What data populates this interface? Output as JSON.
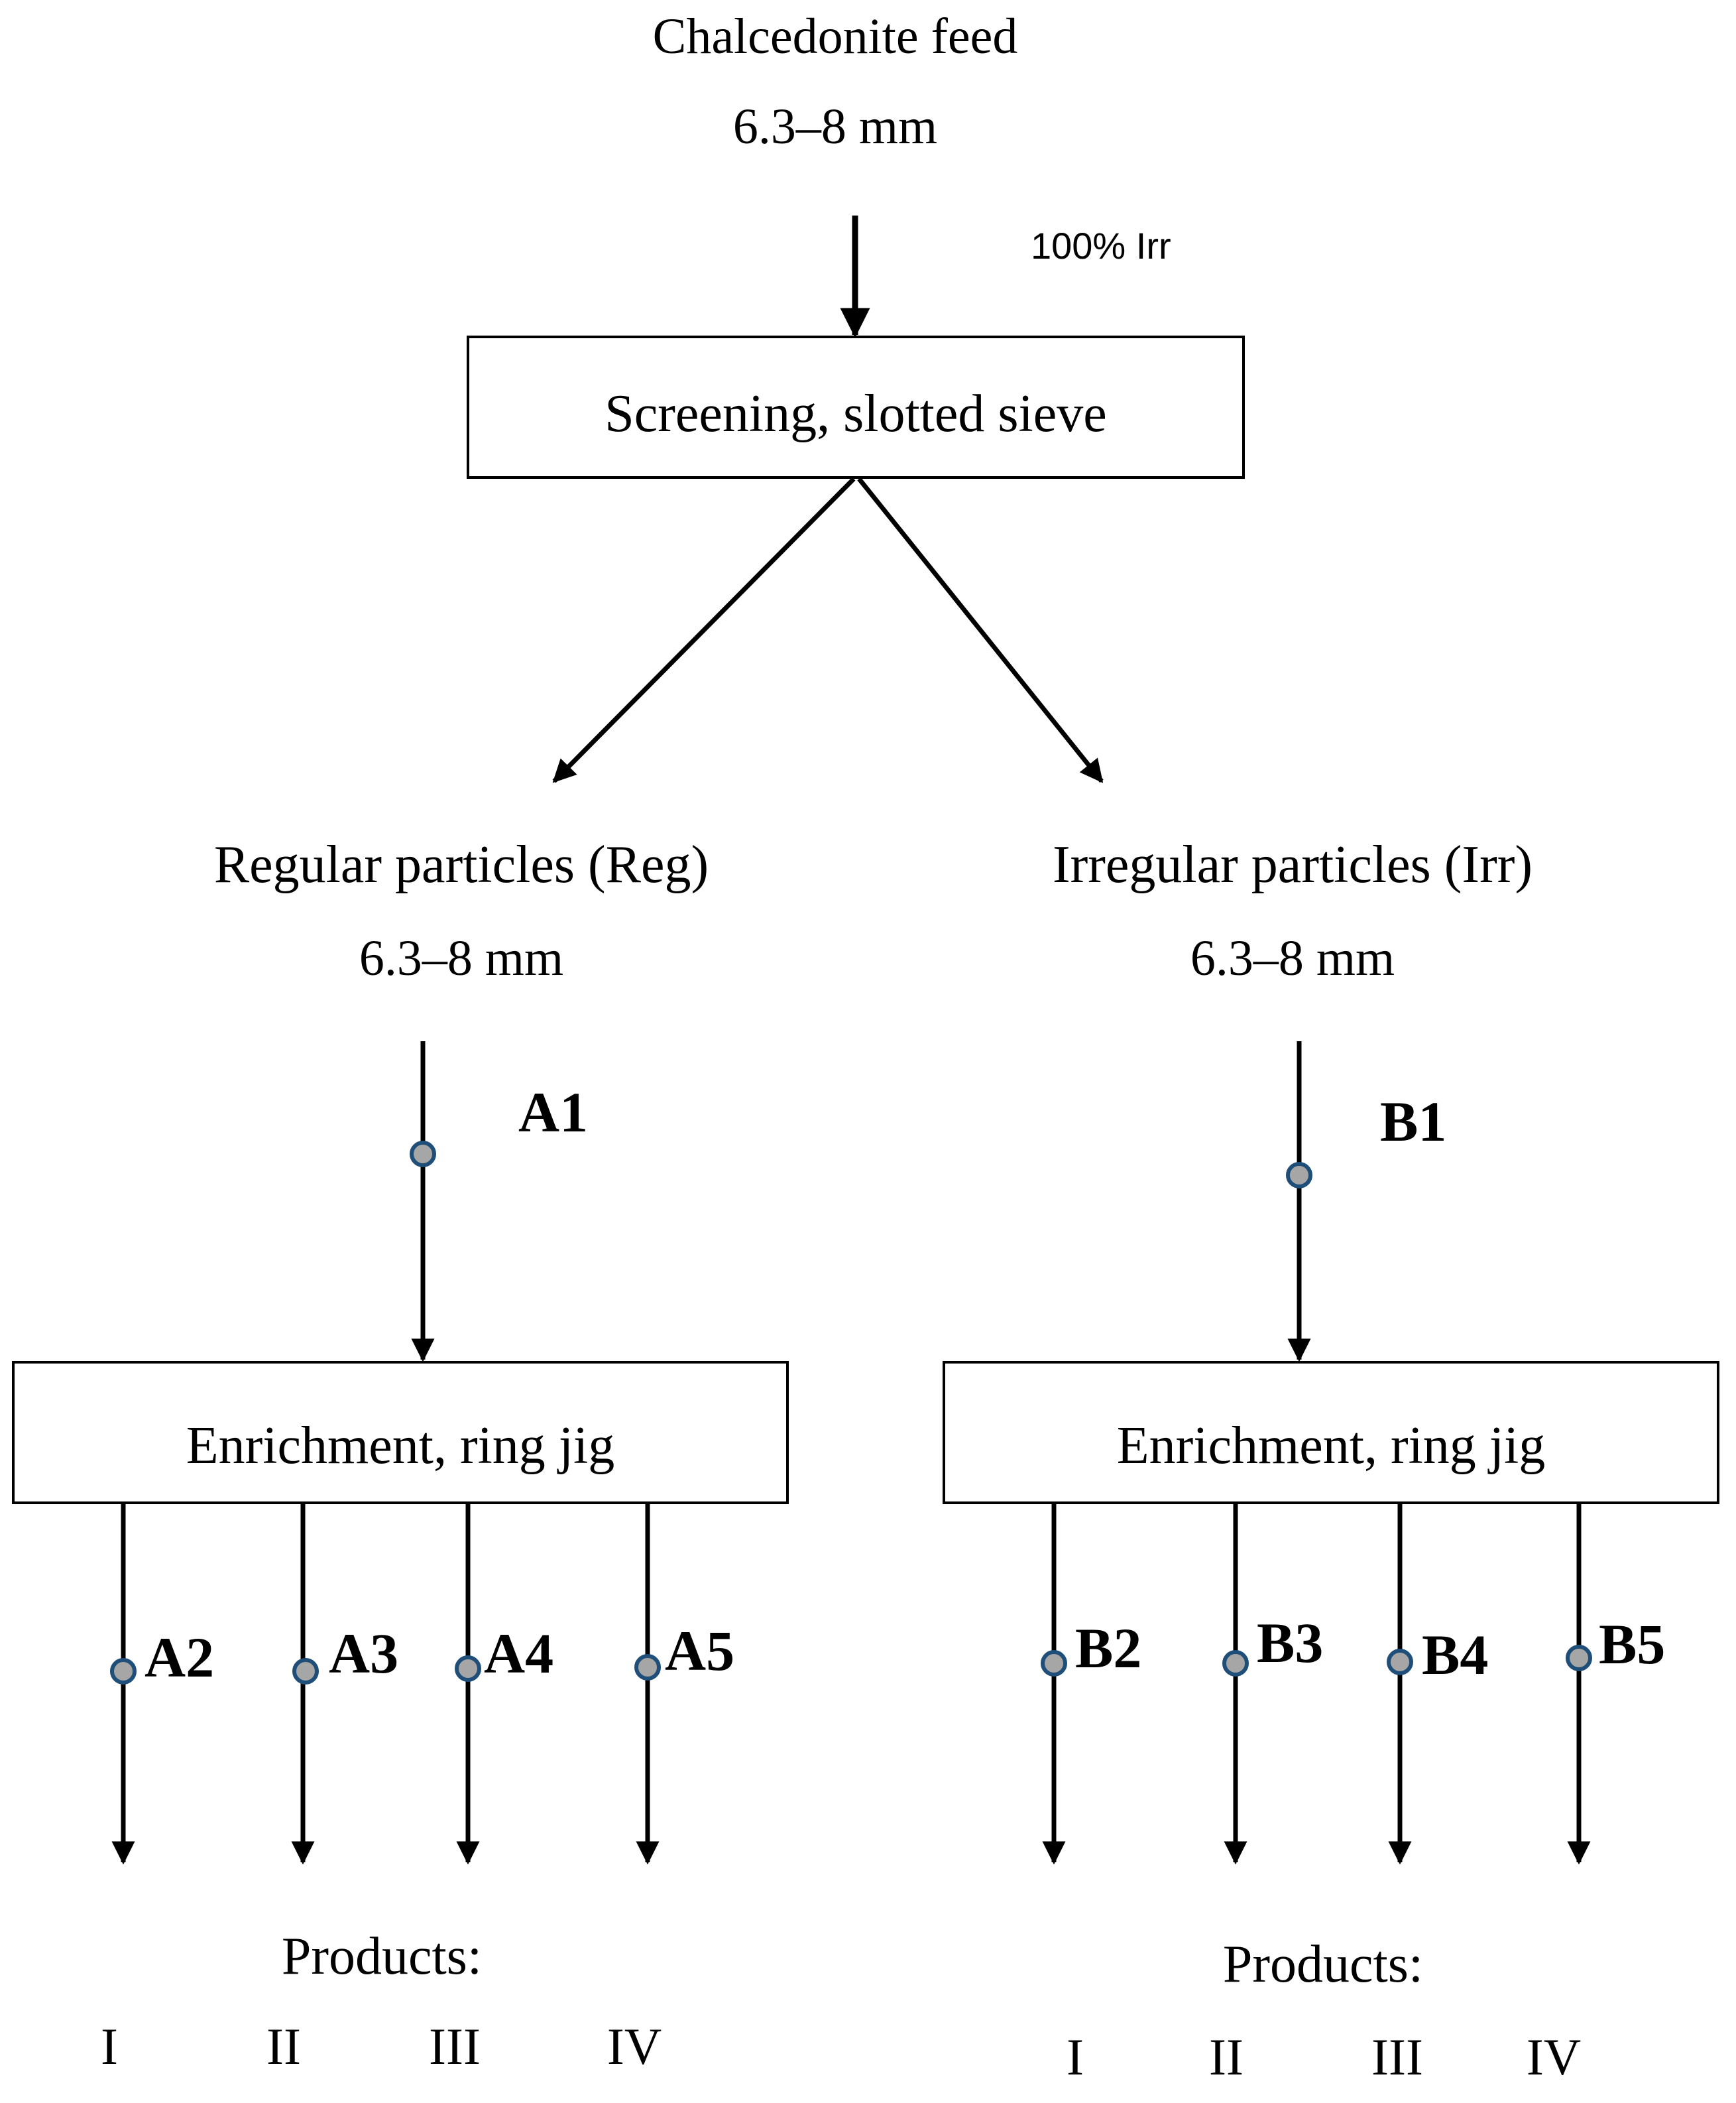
{
  "feed": {
    "title": "Chalcedonite feed",
    "size": "6.3–8 mm",
    "note": "100% Irr"
  },
  "screening": {
    "label": "Screening, slotted sieve"
  },
  "regular": {
    "title": "Regular particles (Reg)",
    "size": "6.3–8 mm",
    "sample": "A1",
    "jig_label": "Enrichment, ring jig",
    "outputs": [
      "A2",
      "A3",
      "A4",
      "A5"
    ],
    "products_label": "Products:",
    "products": [
      "I",
      "II",
      "III",
      "IV"
    ]
  },
  "irregular": {
    "title": "Irregular particles (Irr)",
    "size": "6.3–8 mm",
    "sample": "B1",
    "jig_label": "Enrichment, ring jig",
    "outputs": [
      "B2",
      "B3",
      "B4",
      "B5"
    ],
    "products_label": "Products:",
    "products": [
      "I",
      "II",
      "III",
      "IV"
    ]
  },
  "colors": {
    "line": "#000000",
    "sample_point_fill": "#a6a6a6",
    "sample_point_stroke": "#1f4e79"
  }
}
